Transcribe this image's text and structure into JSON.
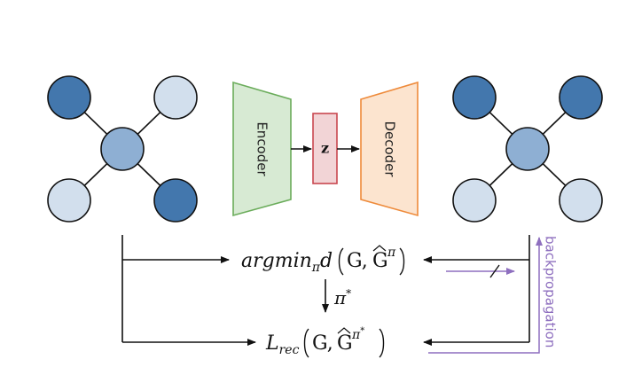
{
  "encoder": {
    "label": "Encoder"
  },
  "latent": {
    "label": "z"
  },
  "decoder": {
    "label": "Decoder"
  },
  "equations": {
    "matching_prefix": "argmin",
    "matching_sub": "π",
    "matching_d": "d",
    "pi_star": "π",
    "pi_star_sup": "*",
    "loss_main": "L",
    "loss_sub": "rec",
    "args_G": "G,",
    "args_Ghat": "G",
    "hat_sup": "π",
    "hat_sup_star": "*",
    "hat_mark": "^"
  },
  "backprop": {
    "label": "backpropagation"
  },
  "colors": {
    "node_dark": "#4377ad",
    "node_mid": "#8eafd3",
    "node_light": "#d2dfed",
    "encoder_fill": "#d7ead3",
    "encoder_stroke": "#6aac5a",
    "z_fill": "#f2d4d6",
    "z_stroke": "#c9474f",
    "decoder_fill": "#fce4cf",
    "decoder_stroke": "#ee8a3a",
    "backprop": "#8e6fbf"
  }
}
